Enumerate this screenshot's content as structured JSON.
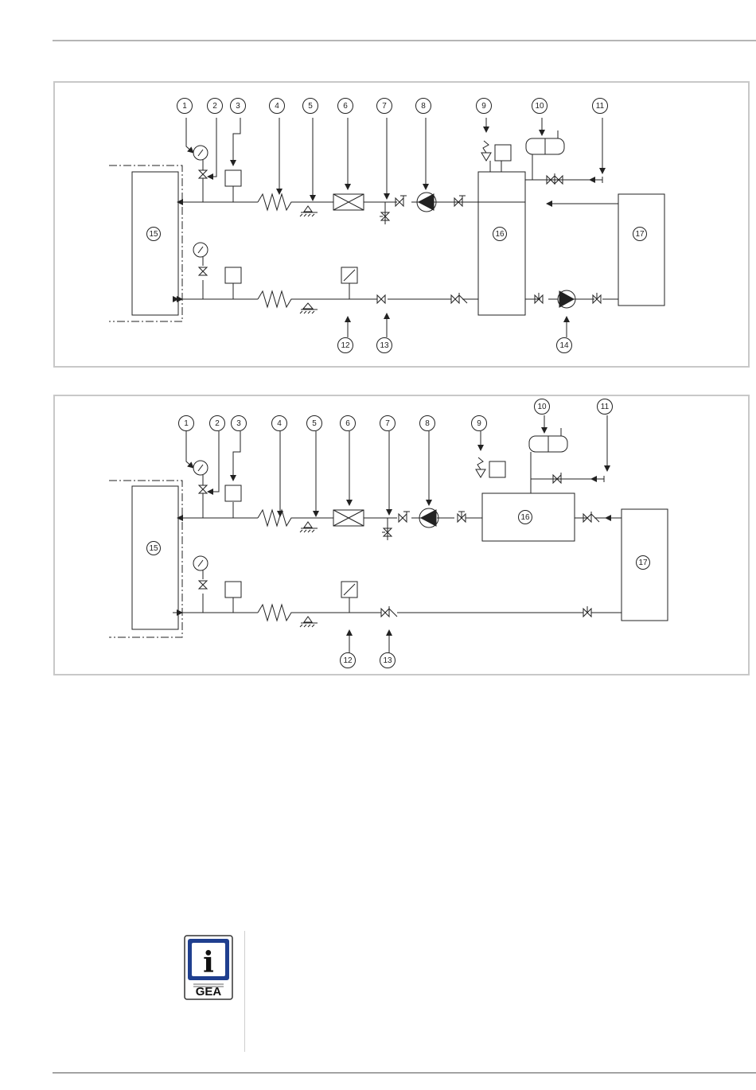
{
  "diagram_top": {
    "callouts": [
      "1",
      "2",
      "3",
      "4",
      "5",
      "6",
      "7",
      "8",
      "9",
      "10",
      "11",
      "12",
      "13",
      "14"
    ],
    "units": {
      "evaporator": "15",
      "receiver": "16",
      "consumer": "17"
    }
  },
  "diagram_bottom": {
    "callouts": [
      "1",
      "2",
      "3",
      "4",
      "5",
      "6",
      "7",
      "8",
      "9",
      "10",
      "11",
      "12",
      "13"
    ],
    "units": {
      "evaporator": "15",
      "receiver": "16",
      "consumer": "17"
    }
  },
  "info_box": {
    "symbol": "i",
    "brand": "GEA",
    "icon": "info-icon"
  },
  "colors": {
    "line": "#222222",
    "frame": "#c8c8c8",
    "info_blue": "#1f3f8f"
  }
}
